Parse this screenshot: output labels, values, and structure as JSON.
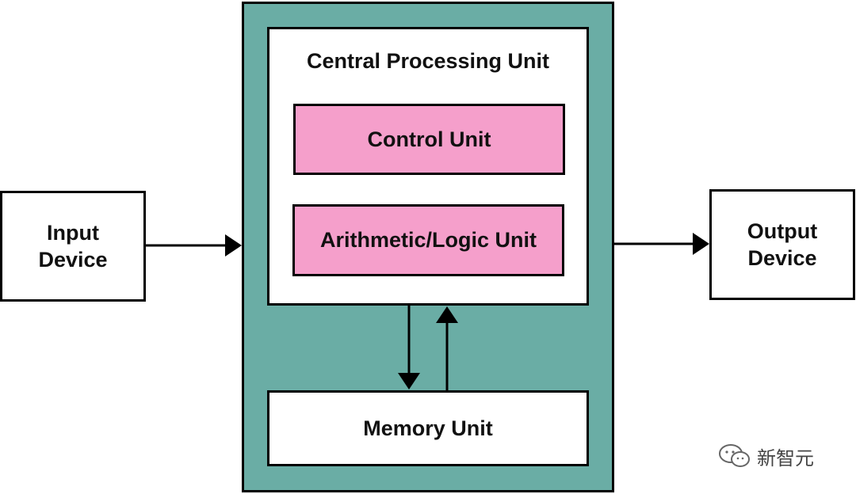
{
  "colors": {
    "cpu_fill": "#6aada5",
    "unit_fill": "#f59fcb",
    "box_fill": "#ffffff",
    "stroke": "#000000"
  },
  "input_device": {
    "line1": "Input",
    "line2": "Device"
  },
  "output_device": {
    "line1": "Output",
    "line2": "Device"
  },
  "cpu": {
    "title": "Central Processing Unit",
    "control_unit": "Control Unit",
    "alu": "Arithmetic/Logic Unit",
    "memory_unit": "Memory Unit"
  },
  "watermark": {
    "text": "新智元",
    "icon": "wechat-icon"
  }
}
